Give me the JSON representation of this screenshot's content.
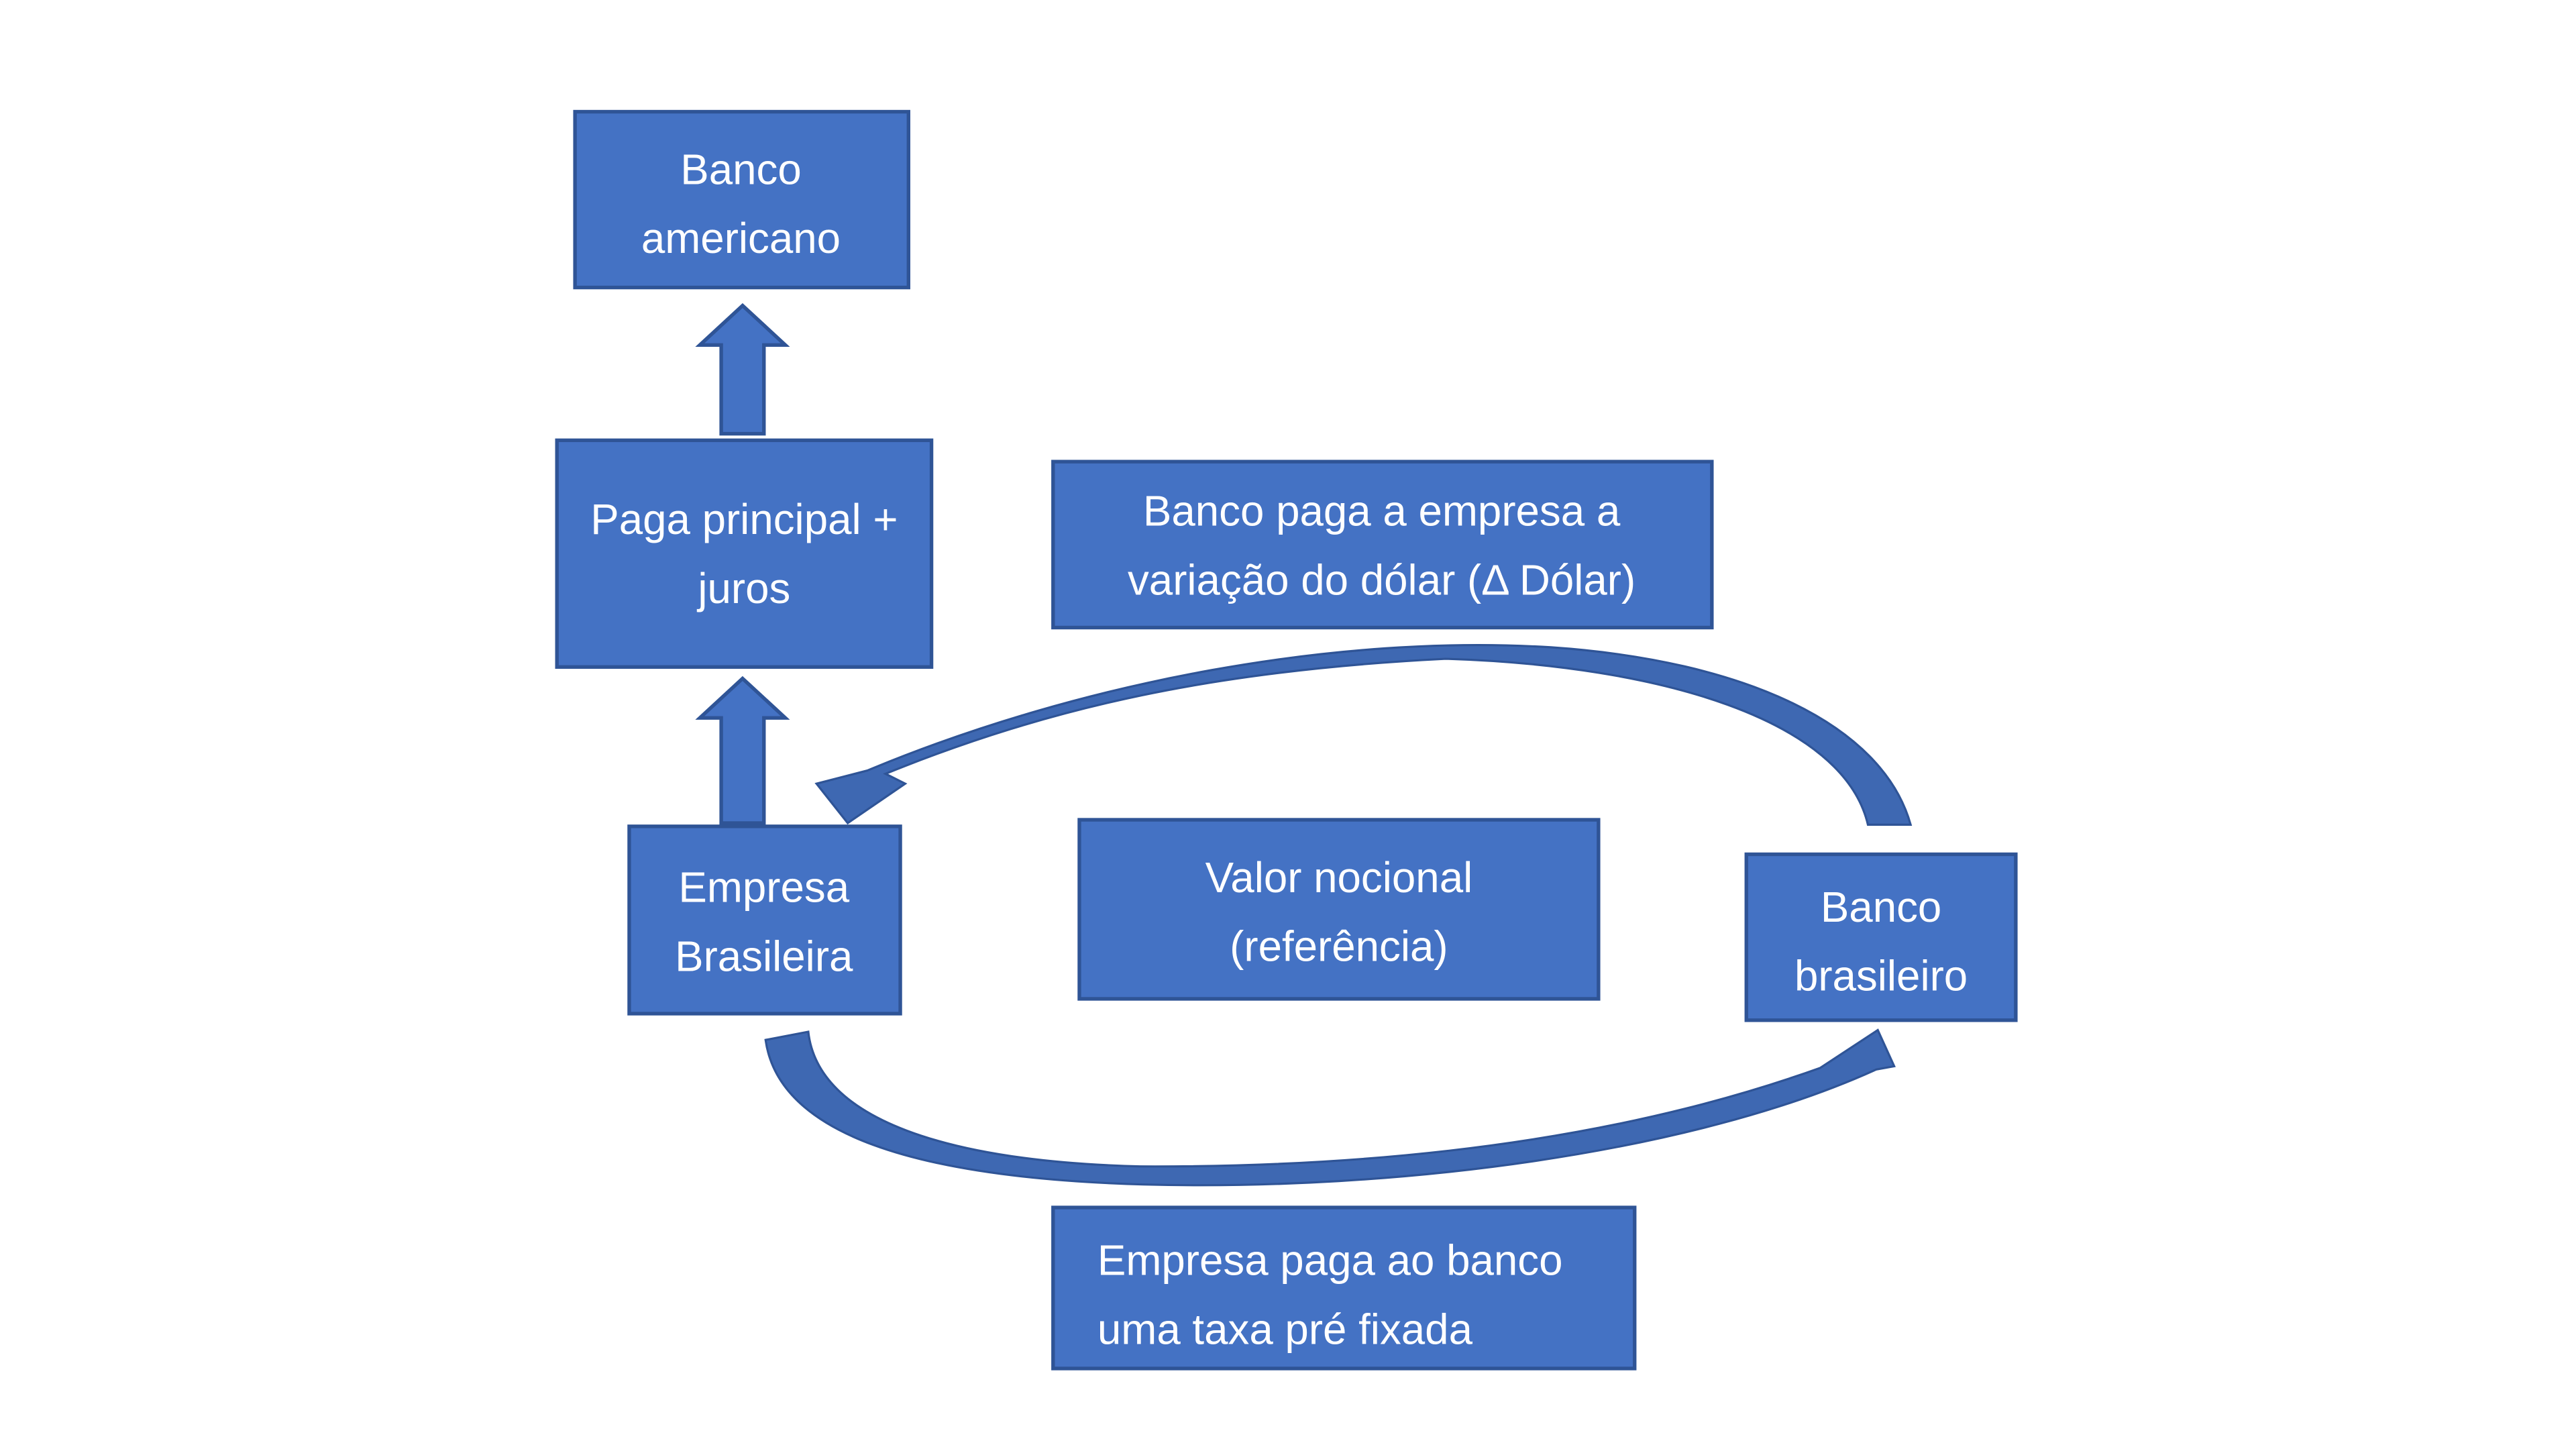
{
  "diagram": {
    "colors": {
      "background": "#ffffff",
      "box_fill": "#4472c4",
      "box_border": "#2f5496",
      "block_arrow_fill": "#4472c4",
      "curved_arrow_fill": "#3e68b2",
      "text": "#ffffff"
    },
    "nodes": {
      "banco_americano": {
        "line1": "Banco",
        "line2": "americano"
      },
      "paga_principal_juros": {
        "line1": "Paga principal +",
        "line2": "juros"
      },
      "empresa_brasileira": {
        "line1": "Empresa",
        "line2": "Brasileira"
      },
      "banco_paga_variacao": {
        "line1": "Banco paga a empresa a",
        "line2": "variação do dólar (Δ Dólar)"
      },
      "valor_nocional": {
        "line1": "Valor nocional",
        "line2": "(referência)"
      },
      "banco_brasileiro": {
        "line1": "Banco",
        "line2": "brasileiro"
      },
      "empresa_paga_taxa": {
        "line1": "Empresa paga ao banco",
        "line2": "uma taxa pré fixada"
      }
    },
    "connections": [
      {
        "from": "empresa_brasileira",
        "to": "paga_principal_juros",
        "style": "block-arrow-up"
      },
      {
        "from": "paga_principal_juros",
        "to": "banco_americano",
        "style": "block-arrow-up"
      },
      {
        "from": "banco_brasileiro",
        "to": "empresa_brasileira",
        "style": "curved-arrow-over-top",
        "label_node": "banco_paga_variacao"
      },
      {
        "from": "empresa_brasileira",
        "to": "banco_brasileiro",
        "style": "curved-arrow-under-bottom",
        "label_node": "empresa_paga_taxa"
      }
    ]
  }
}
